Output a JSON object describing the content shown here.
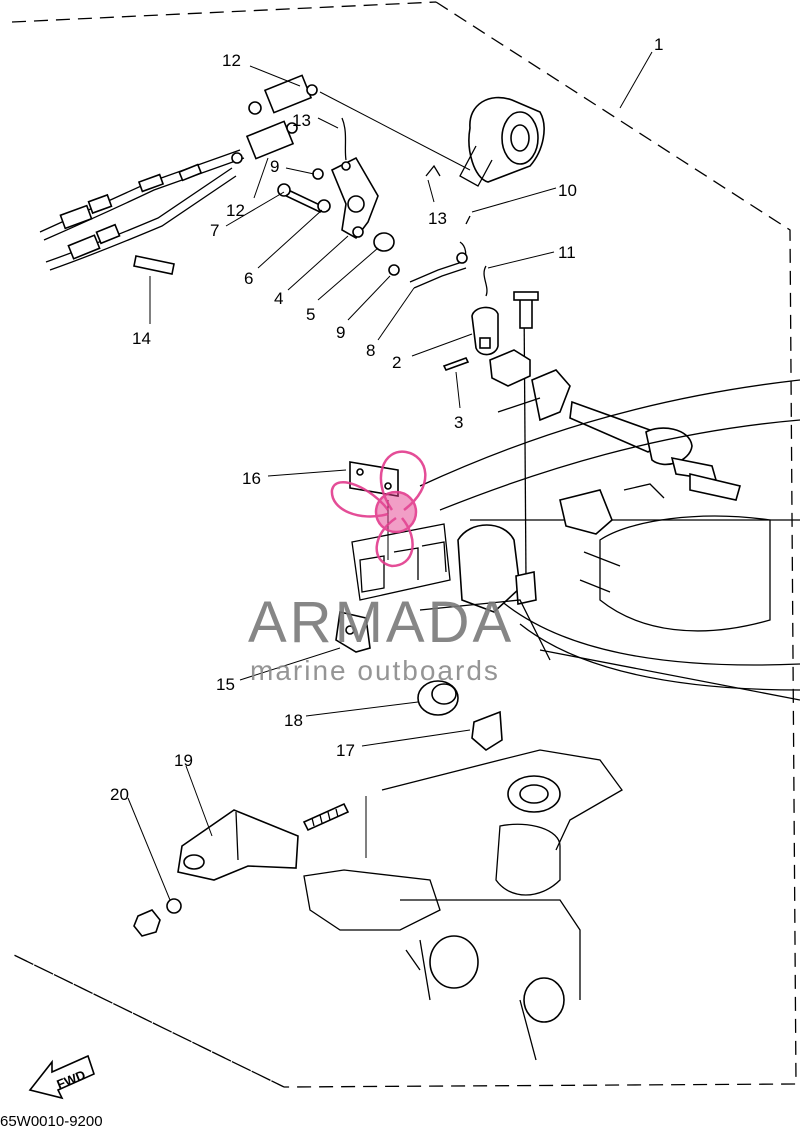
{
  "diagram": {
    "part_code": "65W0010-9200",
    "fwd_label": "FWD",
    "watermark": {
      "brand": "ARMADA",
      "tagline": "marine outboards",
      "accent_color": "#e23a8c"
    },
    "callouts": [
      {
        "id": "c1",
        "label": "1"
      },
      {
        "id": "c12a",
        "label": "12"
      },
      {
        "id": "c13a",
        "label": "13"
      },
      {
        "id": "c9a",
        "label": "9"
      },
      {
        "id": "c12b",
        "label": "12"
      },
      {
        "id": "c13b",
        "label": "13"
      },
      {
        "id": "c10",
        "label": "10"
      },
      {
        "id": "c11",
        "label": "11"
      },
      {
        "id": "c7",
        "label": "7"
      },
      {
        "id": "c6",
        "label": "6"
      },
      {
        "id": "c4",
        "label": "4"
      },
      {
        "id": "c5",
        "label": "5"
      },
      {
        "id": "c9b",
        "label": "9"
      },
      {
        "id": "c8",
        "label": "8"
      },
      {
        "id": "c2",
        "label": "2"
      },
      {
        "id": "c3",
        "label": "3"
      },
      {
        "id": "c14",
        "label": "14"
      },
      {
        "id": "c16",
        "label": "16"
      },
      {
        "id": "c15",
        "label": "15"
      },
      {
        "id": "c18",
        "label": "18"
      },
      {
        "id": "c17",
        "label": "17"
      },
      {
        "id": "c19",
        "label": "19"
      },
      {
        "id": "c20",
        "label": "20"
      }
    ]
  }
}
